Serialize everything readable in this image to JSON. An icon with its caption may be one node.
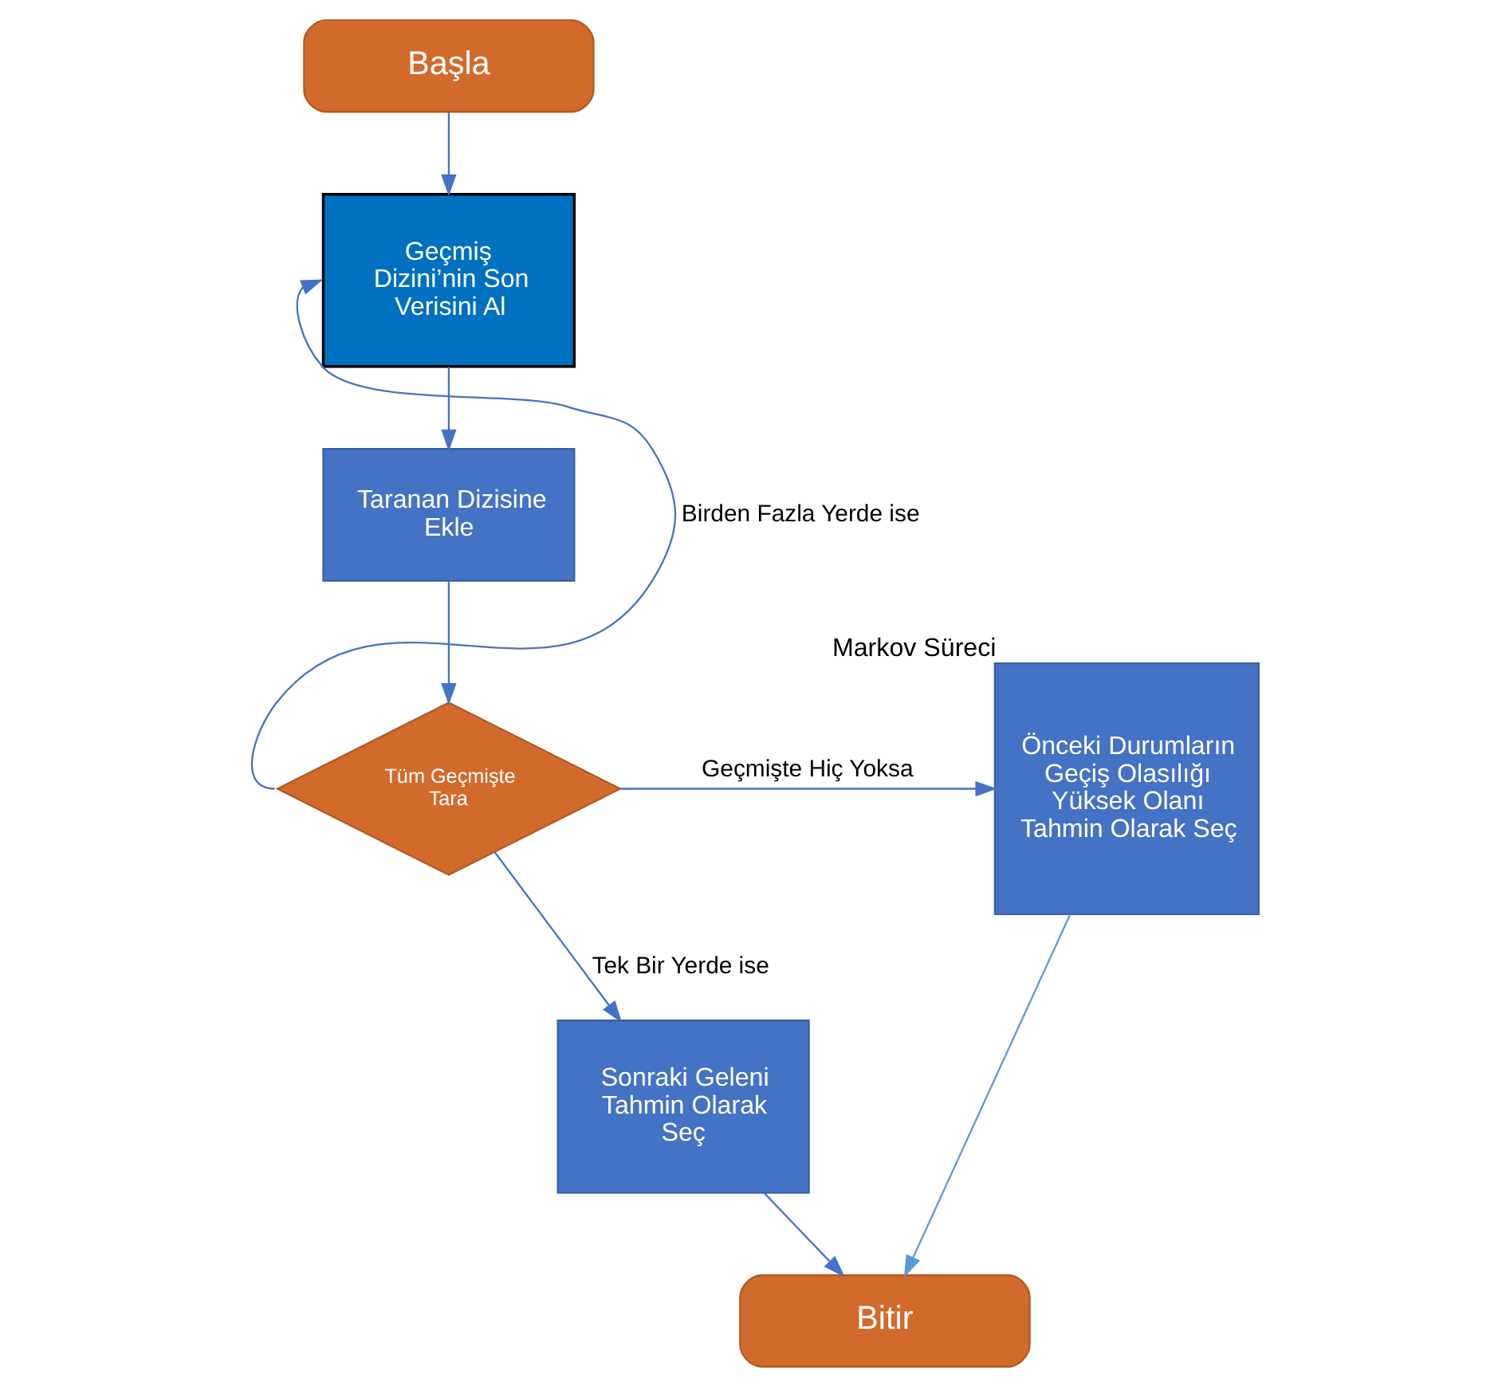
{
  "diagram": {
    "nodes": [
      {
        "text": [
          "Başla"
        ]
      },
      {
        "text": [
          "Geçmiş Dizini’nin Son Verisini Al"
        ]
      },
      {
        "text": [
          "Taranan Dizisine Ekle"
        ]
      },
      {
        "text": [
          "Tüm Geçmişte Tara"
        ]
      },
      {
        "text": [
          "Önceki Durumların Geçiş Olasılığı Yüksek Olanı Tahmin Olarak Seç"
        ],
        "beside": [
          "Markov Süreci"
        ]
      },
      {
        "text": [
          "Sonraki Geleni Tahmin Olarak Seç"
        ]
      },
      {
        "text": [
          "Bitir"
        ]
      }
    ],
    "edges": [
      {
        "from": 0,
        "to": 1,
        "arrow": "to"
      },
      {
        "from": 1,
        "to": 2,
        "arrow": "to"
      },
      {
        "from": 2,
        "to": 3,
        "arrow": "to"
      },
      {
        "from": 3,
        "to": 1,
        "arrow": "to",
        "label": "Birden Fazla Yerde ise"
      },
      {
        "from": 3,
        "to": 4,
        "arrow": "to",
        "label": "Geçmişte Hiç Yoksa"
      },
      {
        "from": 3,
        "to": 5,
        "arrow": "to",
        "label": "Tek Bir Yerde ise"
      },
      {
        "from": 5,
        "to": 6,
        "arrow": "to"
      },
      {
        "from": 4,
        "to": 6,
        "arrow": "to",
        "color": "#5b9bd5"
      }
    ]
  }
}
